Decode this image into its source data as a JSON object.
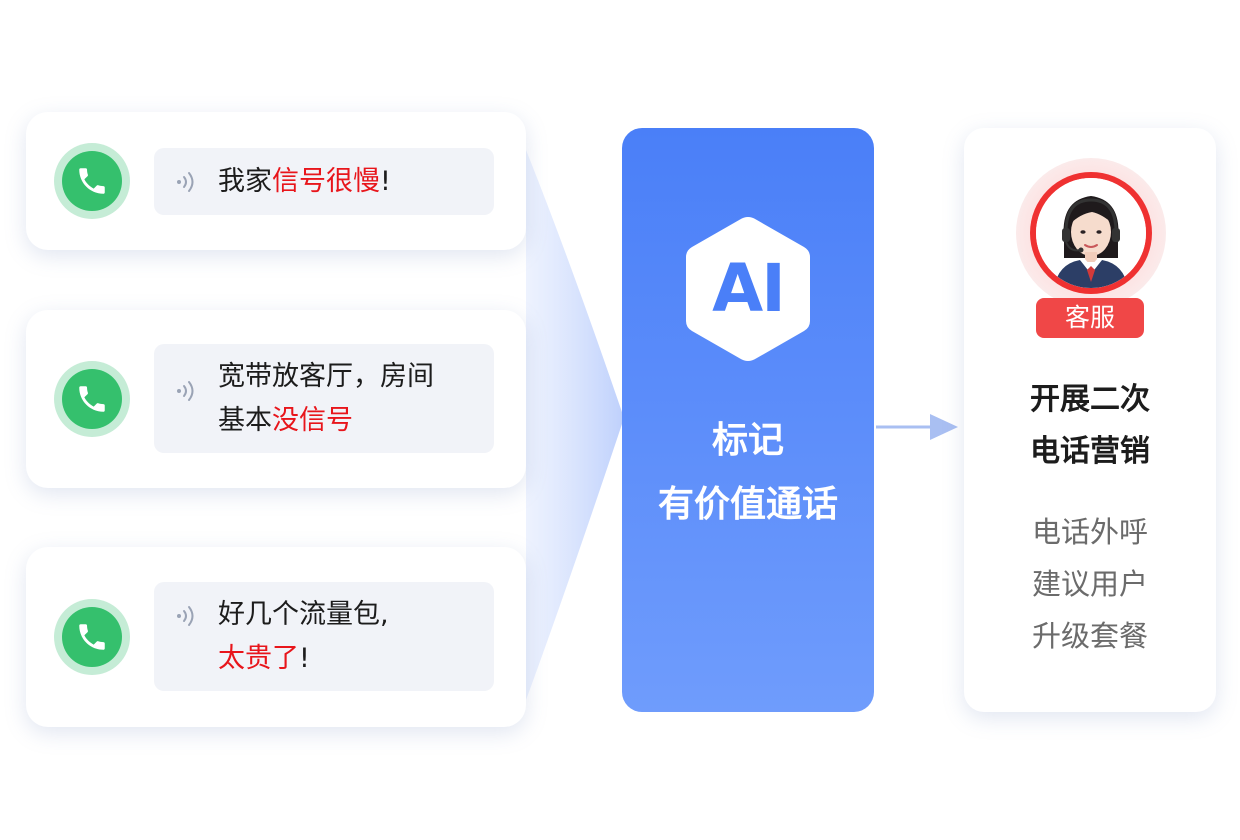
{
  "calls": [
    {
      "segments": [
        {
          "text": "我家",
          "highlight": false
        },
        {
          "text": "信号很慢",
          "highlight": true
        },
        {
          "text": "!",
          "highlight": false
        }
      ]
    },
    {
      "line1": "宽带放客厅，房间",
      "segments": [
        {
          "text": "基本",
          "highlight": false
        },
        {
          "text": "没信号",
          "highlight": true
        }
      ]
    },
    {
      "line1": "好几个流量包,",
      "segments": [
        {
          "text": "太贵了",
          "highlight": true
        },
        {
          "text": "!",
          "highlight": false
        }
      ]
    }
  ],
  "ai_panel": {
    "badge": "AI",
    "title_line1": "标记",
    "title_line2": "有价值通话"
  },
  "result": {
    "role_tag": "客服",
    "title_line1": "开展二次",
    "title_line2": "电话营销",
    "sub_line1": "电话外呼",
    "sub_line2": "建议用户",
    "sub_line3": "升级套餐"
  },
  "colors": {
    "accent_blue": "#4a7ff8",
    "phone_green": "#35c06d",
    "highlight_red": "#e8151b",
    "tag_red": "#f04747"
  }
}
